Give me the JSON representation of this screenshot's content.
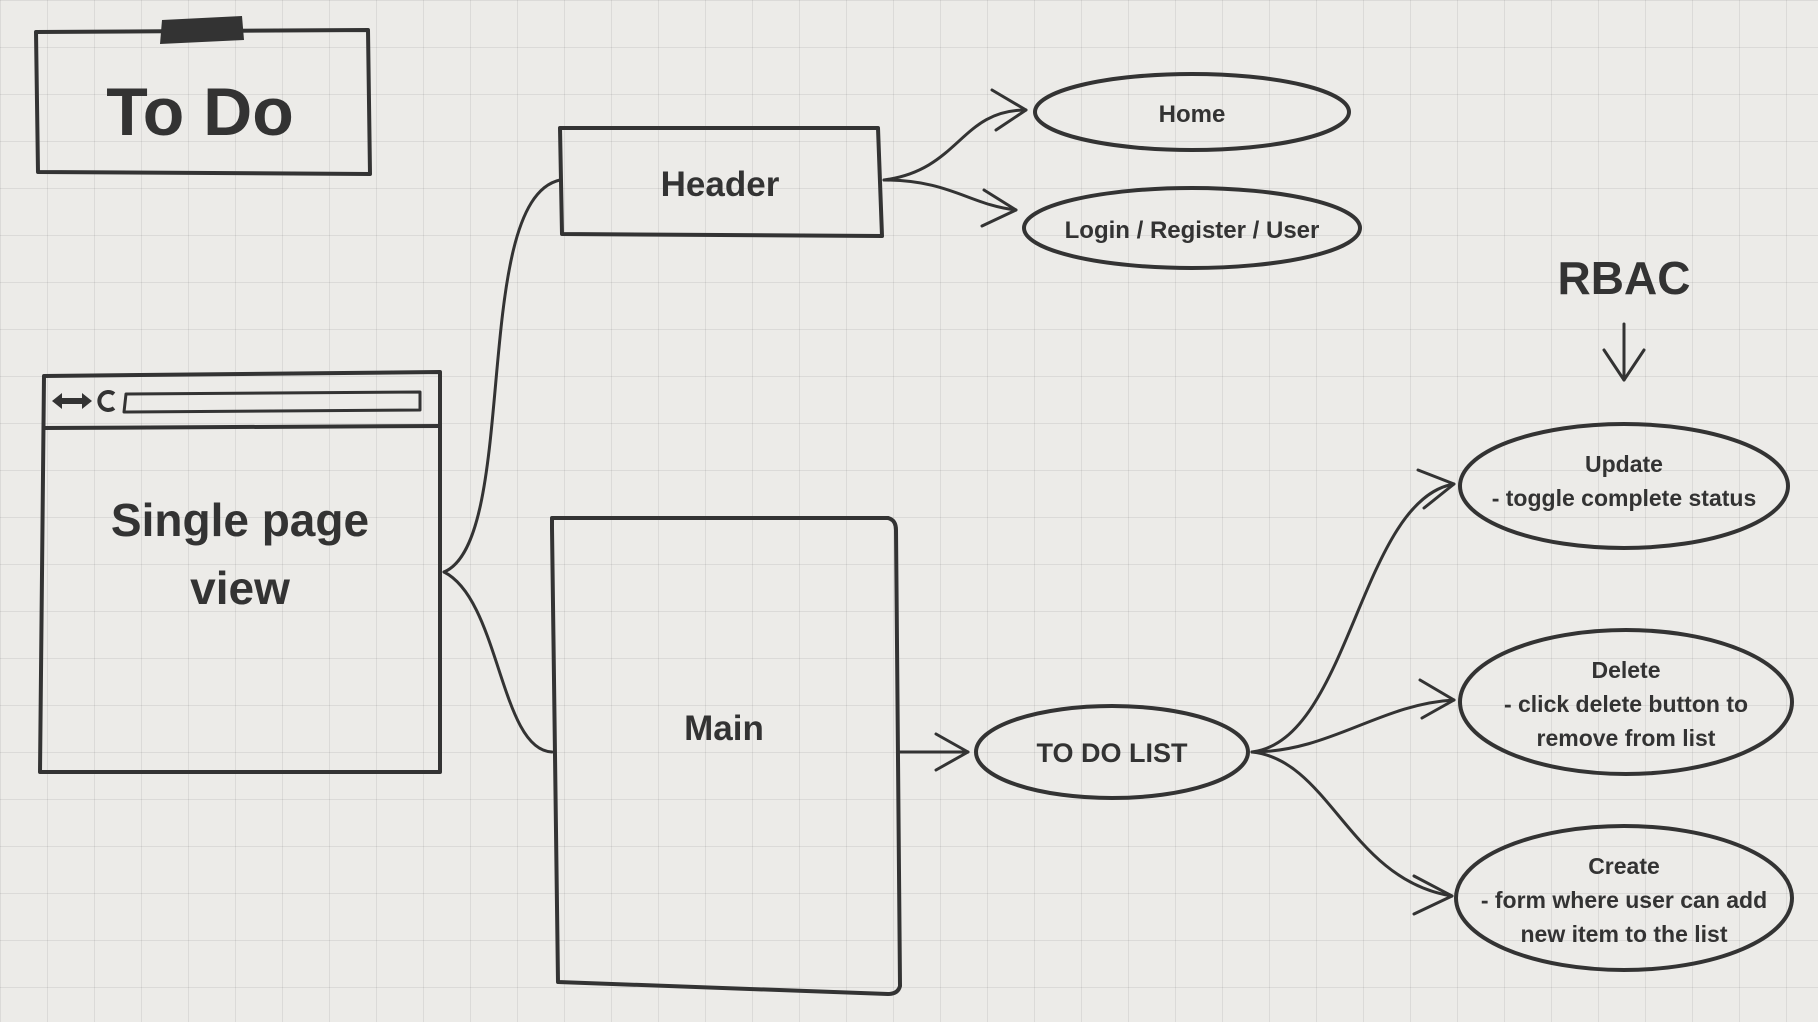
{
  "title_card": {
    "label": "To Do"
  },
  "nodes": {
    "spa": {
      "line1": "Single page",
      "line2": "view"
    },
    "header": {
      "label": "Header"
    },
    "main": {
      "label": "Main"
    },
    "home": {
      "label": "Home"
    },
    "login": {
      "label": "Login / Register / User"
    },
    "todo_list": {
      "label": "TO DO LIST"
    },
    "rbac": {
      "label": "RBAC"
    },
    "update": {
      "line1": "Update",
      "line2": "- toggle complete status"
    },
    "delete": {
      "line1": "Delete",
      "line2": "- click delete button to",
      "line3": "remove from list"
    },
    "create": {
      "line1": "Create",
      "line2": "- form where user can add",
      "line3": "new item to the list"
    }
  },
  "colors": {
    "ink": "#333333",
    "background": "#ecebe8"
  }
}
